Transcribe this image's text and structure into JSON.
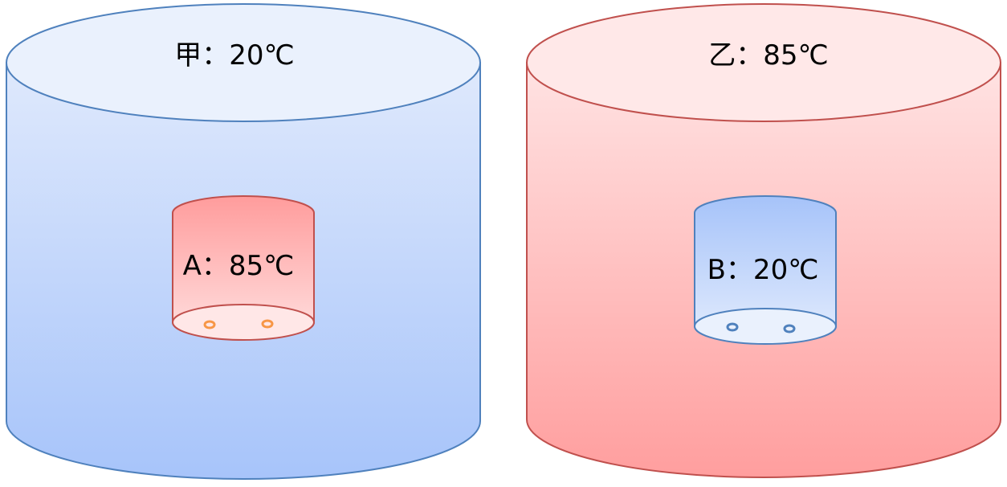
{
  "containers": {
    "jia": {
      "label": "甲：20℃",
      "theme": "cold"
    },
    "yi": {
      "label": "乙：85℃",
      "theme": "hot"
    }
  },
  "samples": {
    "a": {
      "label": "A：85℃",
      "theme": "hot"
    },
    "b": {
      "label": "B：20℃",
      "theme": "cold"
    }
  },
  "colors": {
    "cold_top": "#eaf1fd",
    "cold_body_top": "#d9e5fb",
    "cold_body_bottom": "#a9c6fa",
    "cold_stroke": "#4f81bd",
    "hot_top": "#ffe8e8",
    "hot_body_top": "#ffe1e1",
    "hot_body_bottom": "#ff9f9f",
    "hot_stroke": "#c0504d",
    "bubble_orange": "#f79646",
    "bubble_blue": "#4f81bd"
  }
}
